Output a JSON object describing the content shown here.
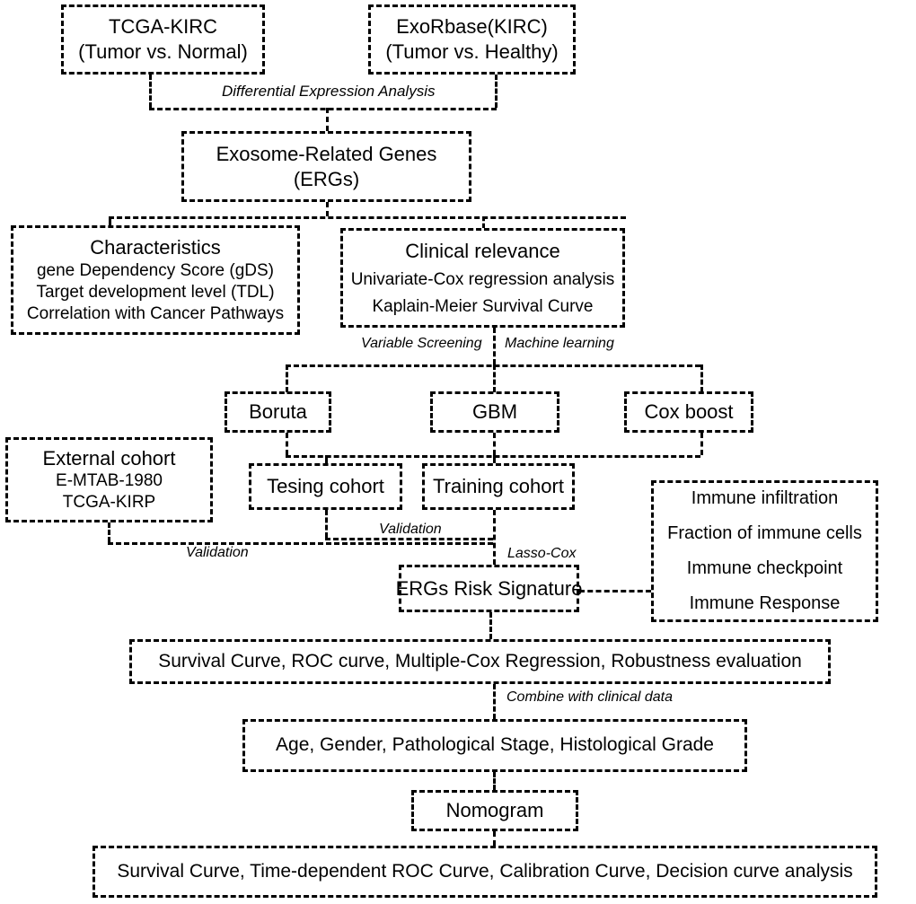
{
  "diagram": {
    "title": "Exosome-Related Genes (ERGs) risk signature study workflow",
    "line_color": "#000000",
    "background": "#ffffff"
  },
  "nodes": {
    "tcga_kirc": {
      "line1": "TCGA-KIRC",
      "line2": "(Tumor vs. Normal)"
    },
    "exorbase": {
      "line1": "ExoRbase(KIRC)",
      "line2": "(Tumor vs. Healthy)"
    },
    "ergs": {
      "line1": "Exosome-Related Genes",
      "line2": "(ERGs)"
    },
    "characteristics": {
      "line1": "Characteristics",
      "line2": "gene Dependency Score (gDS)",
      "line3": "Target development level (TDL)",
      "line4": "Correlation with Cancer Pathways"
    },
    "clinical_relevance": {
      "line1": "Clinical relevance",
      "line2": "Univariate-Cox regression analysis",
      "line3": "Kaplain-Meier Survival Curve"
    },
    "boruta": {
      "line1": "Boruta"
    },
    "gbm": {
      "line1": "GBM"
    },
    "cox_boost": {
      "line1": "Cox boost"
    },
    "external_cohort": {
      "line1": "External cohort",
      "line2": "E-MTAB-1980",
      "line3": "TCGA-KIRP"
    },
    "testing_cohort": {
      "line1": "Tesing cohort"
    },
    "training_cohort": {
      "line1": "Training cohort"
    },
    "immune": {
      "line1": "Immune infiltration",
      "line2": "Fraction of immune cells",
      "line3": "Immune checkpoint",
      "line4": "Immune Response"
    },
    "ergs_risk_signature": {
      "line1": "ERGs Risk Signature"
    },
    "evaluation": {
      "line1": "Survival Curve, ROC curve, Multiple-Cox Regression, Robustness evaluation"
    },
    "clinical_data": {
      "line1": "Age, Gender, Pathological Stage, Histological Grade"
    },
    "nomogram": {
      "line1": "Nomogram"
    },
    "final_analysis": {
      "line1": "Survival Curve, Time-dependent ROC Curve, Calibration Curve, Decision curve analysis"
    }
  },
  "edge_labels": {
    "differential_expression": "Differential Expression Analysis",
    "variable_screening": "Variable Screening",
    "machine_learning": "Machine learning",
    "validation_external": "Validation",
    "validation_testing": "Validation",
    "lasso_cox": "Lasso-Cox",
    "combine_clinical": "Combine with clinical data"
  }
}
